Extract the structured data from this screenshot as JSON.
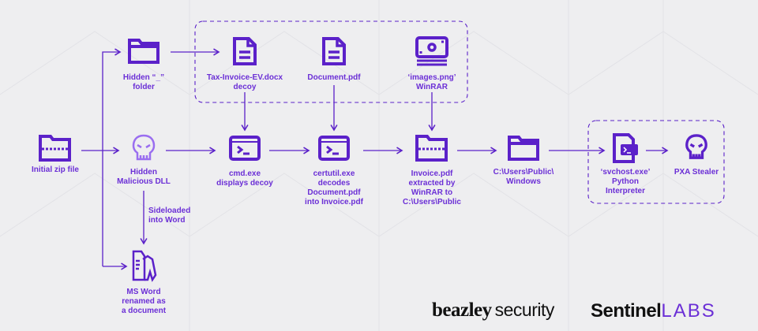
{
  "colors": {
    "accent": "#5b21c9",
    "text": "#6b2fd6",
    "background": "#eeeef0"
  },
  "nodes": {
    "zip": {
      "icon": "zip-folder-icon",
      "lines": [
        "Initial zip file"
      ]
    },
    "hidden_folder": {
      "icon": "folder-icon",
      "lines": [
        "Hidden “_”",
        "folder"
      ]
    },
    "dll": {
      "icon": "skull-icon",
      "lines": [
        "Hidden",
        "Malicious DLL"
      ]
    },
    "word": {
      "icon": "word-document-icon",
      "lines": [
        "MS Word",
        "renamed as",
        "a document"
      ]
    },
    "tax": {
      "icon": "document-icon",
      "lines": [
        "Tax-Invoice-EV.docx",
        "decoy"
      ]
    },
    "docpdf": {
      "icon": "document-icon",
      "lines": [
        "Document.pdf"
      ]
    },
    "images": {
      "icon": "image-icon",
      "lines": [
        "‘images.png’",
        "WinRAR"
      ]
    },
    "cmd": {
      "icon": "terminal-icon",
      "lines": [
        "cmd.exe",
        "displays decoy"
      ]
    },
    "certutil": {
      "icon": "terminal-icon",
      "lines": [
        "certutil.exe",
        "decodes",
        "Document.pdf",
        "into Invoice.pdf"
      ]
    },
    "invoice": {
      "icon": "zip-folder-icon",
      "lines": [
        "Invoice.pdf",
        "extracted by",
        "WinRAR to",
        "C:\\Users\\Public"
      ]
    },
    "public": {
      "icon": "folder-icon",
      "lines": [
        "C:\\Users\\Public\\",
        "Windows"
      ]
    },
    "svchost": {
      "icon": "python-terminal-icon",
      "lines": [
        "‘svchost.exe’",
        "Python",
        "Interpreter"
      ]
    },
    "pxa": {
      "icon": "skull-icon",
      "lines": [
        "PXA Stealer"
      ]
    }
  },
  "edge_labels": {
    "sideload": [
      "Sideloaded",
      "into Word"
    ]
  },
  "logos": {
    "beazley_bold": "beazley",
    "beazley_rest": "security",
    "sentinel": "Sentinel",
    "labs": "LABS"
  }
}
